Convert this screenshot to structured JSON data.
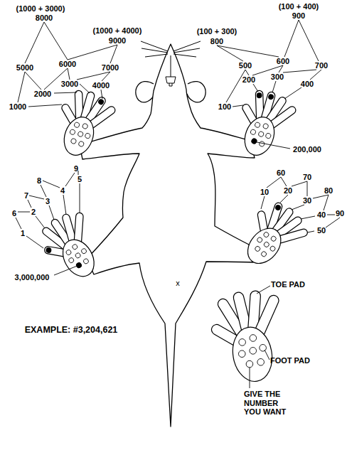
{
  "diagram": {
    "labels": [
      "(1000 + 3000)",
      "(100 + 400)",
      "8000",
      "900",
      "(1000 + 4000)",
      "(100 + 300)",
      "9000",
      "800",
      "6000",
      "600",
      "5000",
      "7000",
      "500",
      "700",
      "300",
      "200",
      "3000",
      "400",
      "4000",
      "2000",
      "1000",
      "100",
      "200,000",
      "9",
      "60",
      "70",
      "5",
      "8",
      "4",
      "80",
      "20",
      "10",
      "7",
      "30",
      "3",
      "2",
      "6",
      "90",
      "40",
      "50",
      "1",
      "3,000,000",
      "x",
      "TOE PAD",
      "EXAMPLE: #3,204,621",
      "FOOT PAD",
      "GIVE THE NUMBER YOU WANT"
    ]
  }
}
